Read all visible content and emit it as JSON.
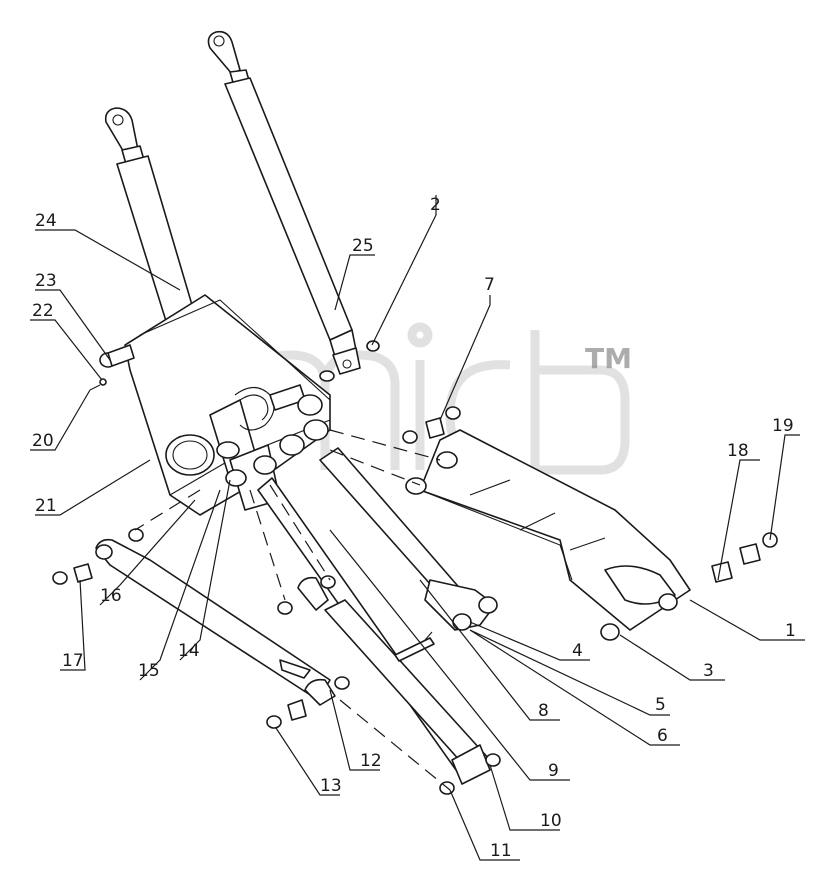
{
  "diagram": {
    "watermark": {
      "mark": "TM"
    },
    "callouts": [
      {
        "id": "1",
        "label": "1"
      },
      {
        "id": "2",
        "label": "2"
      },
      {
        "id": "3",
        "label": "3"
      },
      {
        "id": "4",
        "label": "4"
      },
      {
        "id": "5",
        "label": "5"
      },
      {
        "id": "6",
        "label": "6"
      },
      {
        "id": "7",
        "label": "7"
      },
      {
        "id": "8",
        "label": "8"
      },
      {
        "id": "9",
        "label": "9"
      },
      {
        "id": "10",
        "label": "10"
      },
      {
        "id": "11",
        "label": "11"
      },
      {
        "id": "12",
        "label": "12"
      },
      {
        "id": "13",
        "label": "13"
      },
      {
        "id": "14",
        "label": "14"
      },
      {
        "id": "15",
        "label": "15"
      },
      {
        "id": "16",
        "label": "16"
      },
      {
        "id": "17",
        "label": "17"
      },
      {
        "id": "18",
        "label": "18"
      },
      {
        "id": "19",
        "label": "19"
      },
      {
        "id": "20",
        "label": "20"
      },
      {
        "id": "21",
        "label": "21"
      },
      {
        "id": "22",
        "label": "22"
      },
      {
        "id": "23",
        "label": "23"
      },
      {
        "id": "24",
        "label": "24"
      },
      {
        "id": "25",
        "label": "25"
      }
    ]
  }
}
